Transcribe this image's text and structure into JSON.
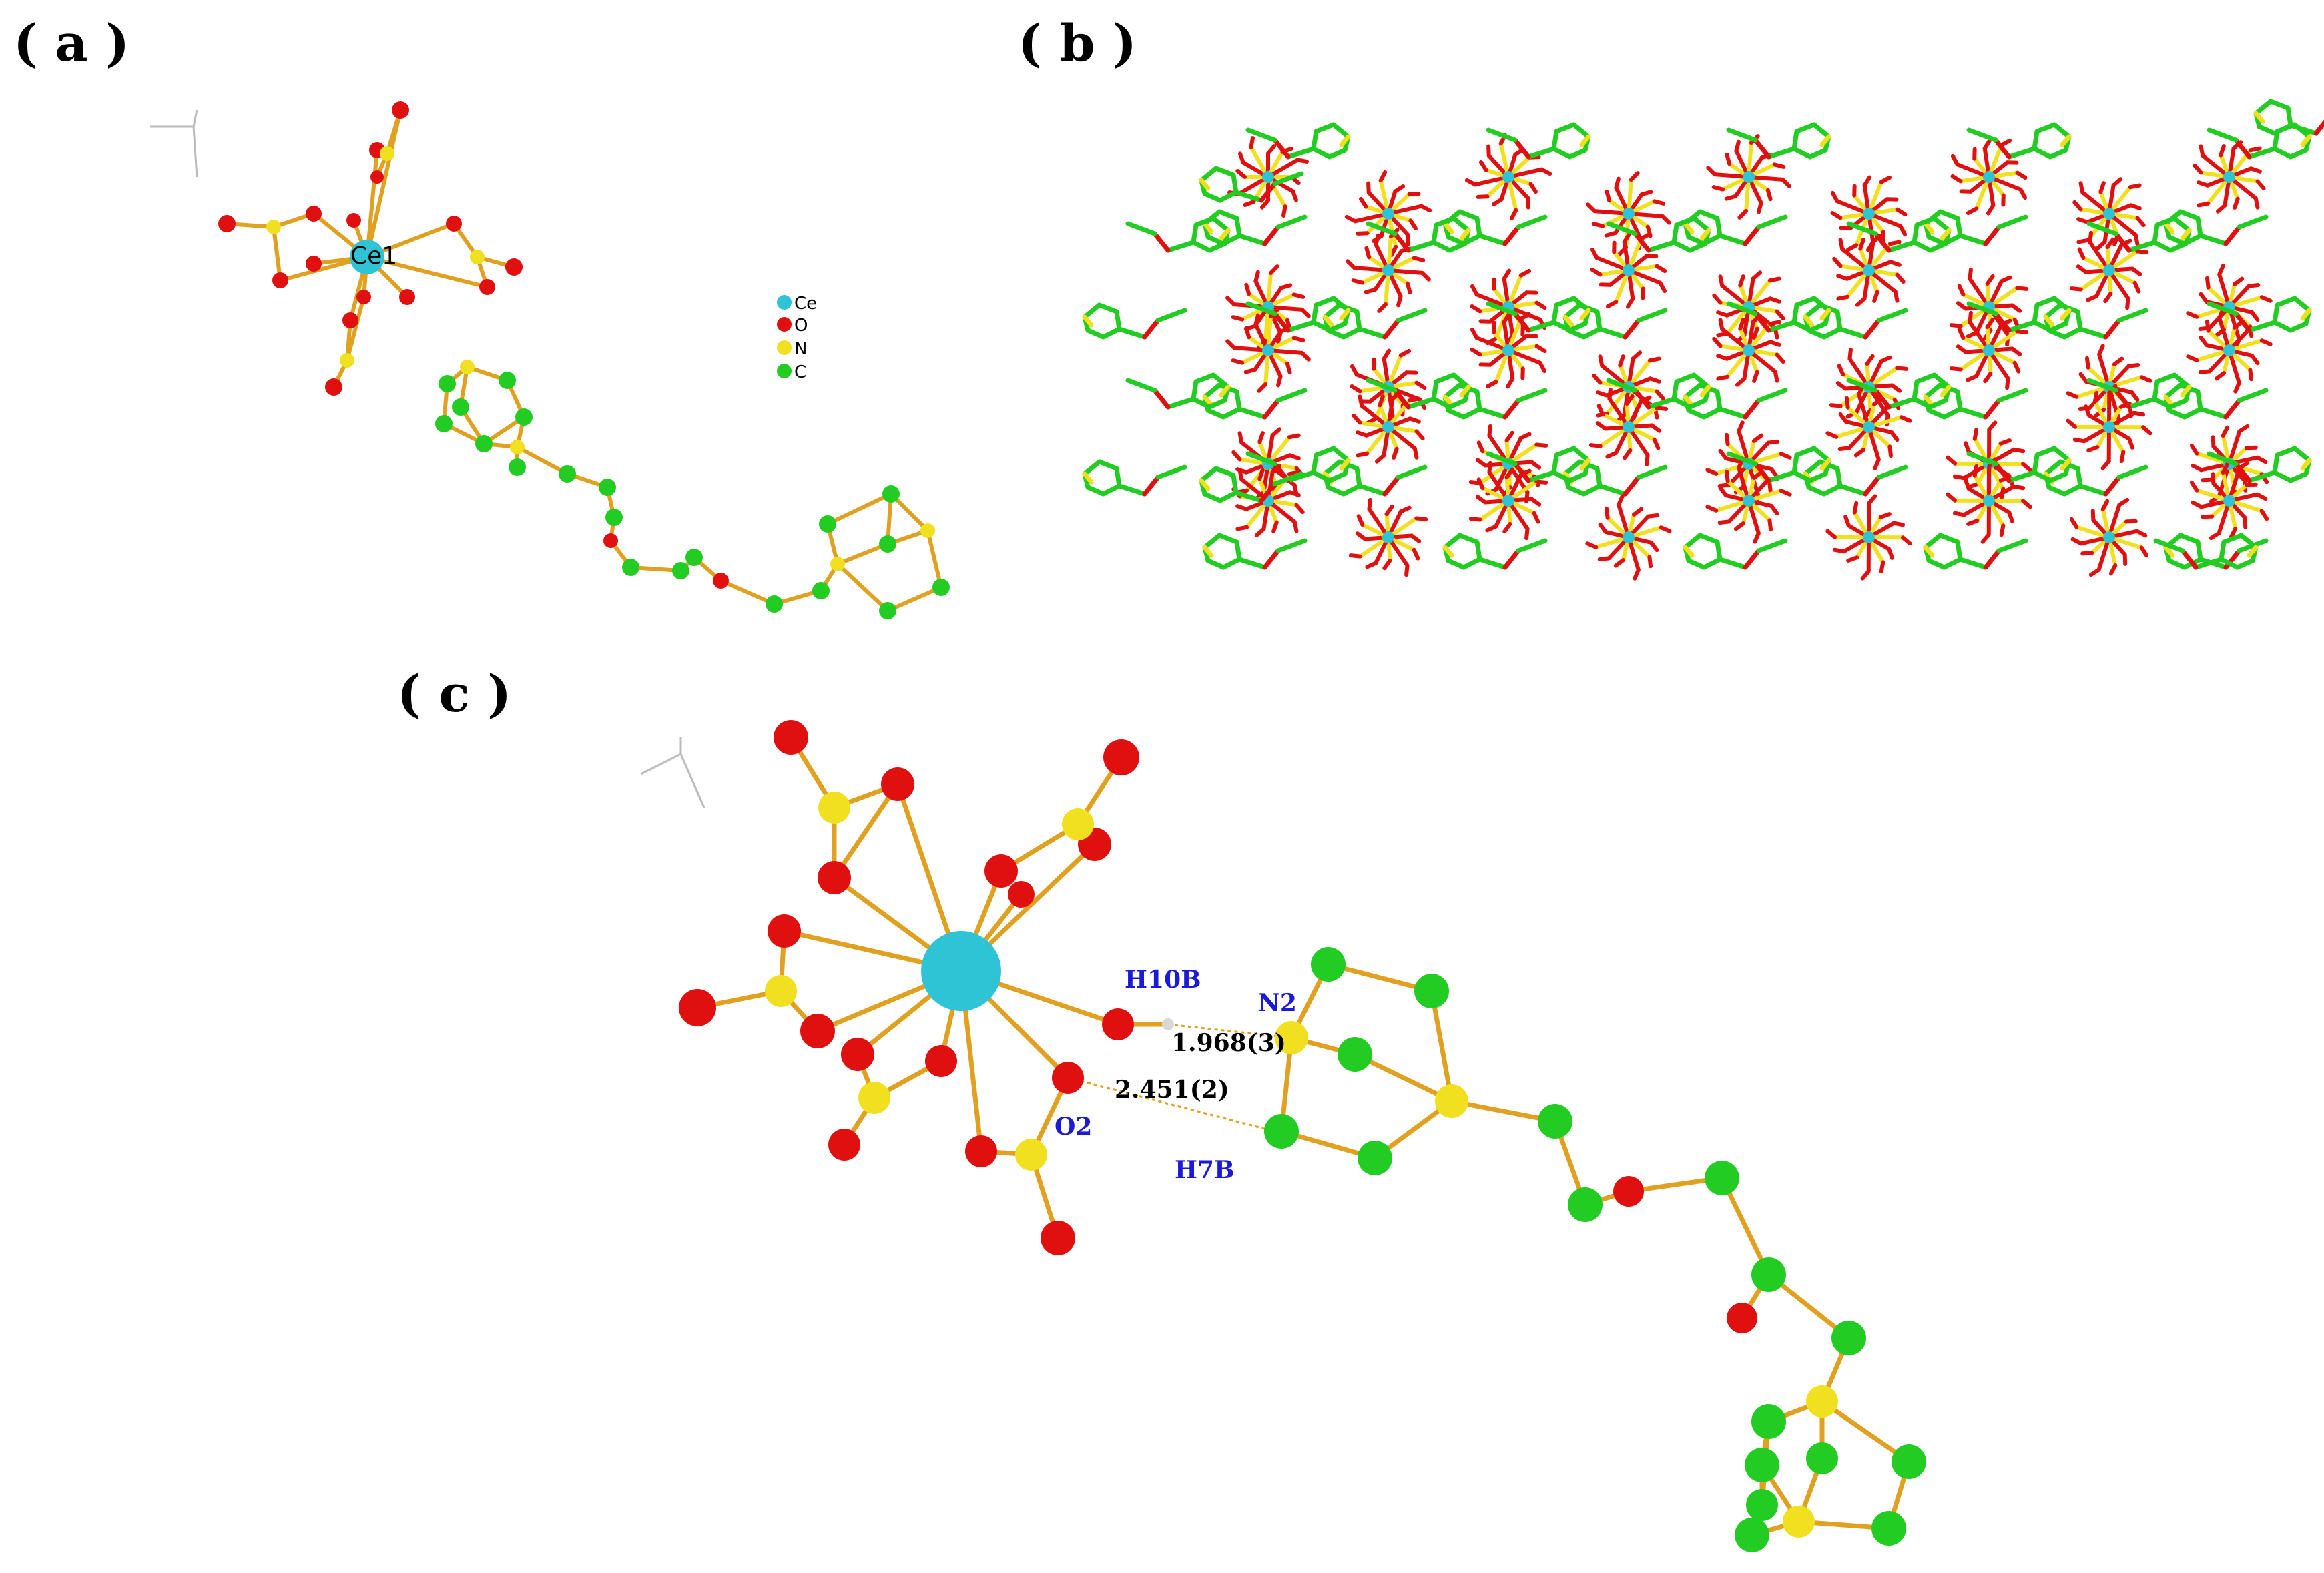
{
  "figure": {
    "panel_a": {
      "label": "( a )",
      "atom_label": "Ce1",
      "legend": [
        {
          "symbol": "Ce",
          "color": "#2ec4d6"
        },
        {
          "symbol": "O",
          "color": "#e01010"
        },
        {
          "symbol": "N",
          "color": "#f0e020"
        },
        {
          "symbol": "C",
          "color": "#22cc22"
        }
      ]
    },
    "panel_b": {
      "label": "( b )"
    },
    "panel_c": {
      "label": "( c )",
      "labels": {
        "h10b": "H10B",
        "n2": "N2",
        "o2": "O2",
        "h7b": "H7B",
        "dist1": "1.968(3)",
        "dist2": "2.451(2)"
      }
    },
    "colors": {
      "ce": "#2ec4d6",
      "o": "#e01010",
      "n": "#f0e020",
      "c": "#22cc22",
      "bond": "#e0a020",
      "h": "#d8d8d8"
    }
  }
}
